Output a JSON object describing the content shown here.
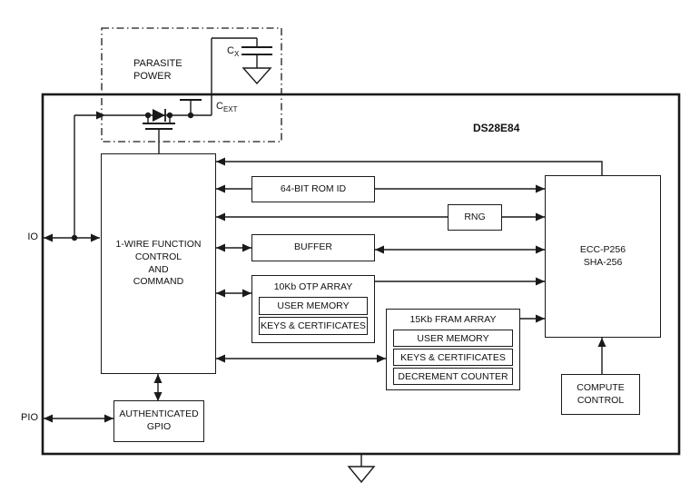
{
  "diagram": {
    "title": "DS28E84",
    "pins": {
      "io": "IO",
      "pio": "PIO"
    },
    "parasite_power": {
      "label": "PARASITE\nPOWER",
      "cap_cx": {
        "base": "C",
        "sub": "X"
      },
      "cap_cext": {
        "base": "C",
        "sub": "EXT"
      }
    },
    "blocks": {
      "onewire": {
        "label": "1-WIRE FUNCTION\nCONTROL\nAND\nCOMMAND"
      },
      "rom_id": {
        "label": "64-BIT ROM ID"
      },
      "rng": {
        "label": "RNG"
      },
      "buffer": {
        "label": "BUFFER"
      },
      "otp_array": {
        "title": "10Kb OTP ARRAY",
        "rows": [
          "USER MEMORY",
          "KEYS & CERTIFICATES"
        ]
      },
      "fram_array": {
        "title": "15Kb FRAM ARRAY",
        "rows": [
          "USER MEMORY",
          "KEYS & CERTIFICATES",
          "DECREMENT COUNTER"
        ]
      },
      "ecc": {
        "label": "ECC-P256\nSHA-256"
      },
      "compute_control": {
        "label": "COMPUTE\nCONTROL"
      },
      "auth_gpio": {
        "label": "AUTHENTICATED\nGPIO"
      }
    },
    "colors": {
      "line": "#1a1a1a",
      "background": "#ffffff"
    }
  }
}
